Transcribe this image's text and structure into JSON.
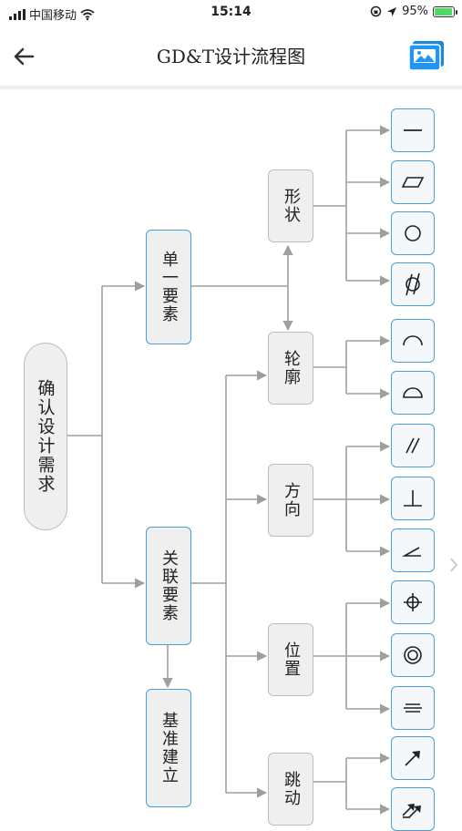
{
  "statusbar": {
    "carrier": "中国移动",
    "time": "15:14",
    "battery": "95%",
    "battery_fraction": 0.95
  },
  "navbar": {
    "title": "GD&T设计流程图",
    "back_icon": "arrow-left-icon",
    "screen_icon": "screen-mode-icon"
  },
  "nodes": {
    "root": "确认设计需求",
    "single": "单一要素",
    "related": "关联要素",
    "datum": "基准建立",
    "form": "形状",
    "profile": "轮廓",
    "orientation": "方向",
    "location": "位置",
    "runout": "跳动"
  },
  "symbols": [
    {
      "name": "straightness-icon"
    },
    {
      "name": "flatness-icon"
    },
    {
      "name": "circularity-icon"
    },
    {
      "name": "cylindricity-icon"
    },
    {
      "name": "profile-of-line-icon"
    },
    {
      "name": "profile-of-surface-icon"
    },
    {
      "name": "parallelism-icon"
    },
    {
      "name": "perpendicularity-icon"
    },
    {
      "name": "angularity-icon"
    },
    {
      "name": "position-icon"
    },
    {
      "name": "concentricity-icon"
    },
    {
      "name": "symmetry-icon"
    },
    {
      "name": "circular-runout-icon"
    },
    {
      "name": "total-runout-icon"
    }
  ],
  "colors": {
    "accent": "#4a9fd6",
    "line": "#9e9e9e",
    "node_bg": "#efefef"
  }
}
